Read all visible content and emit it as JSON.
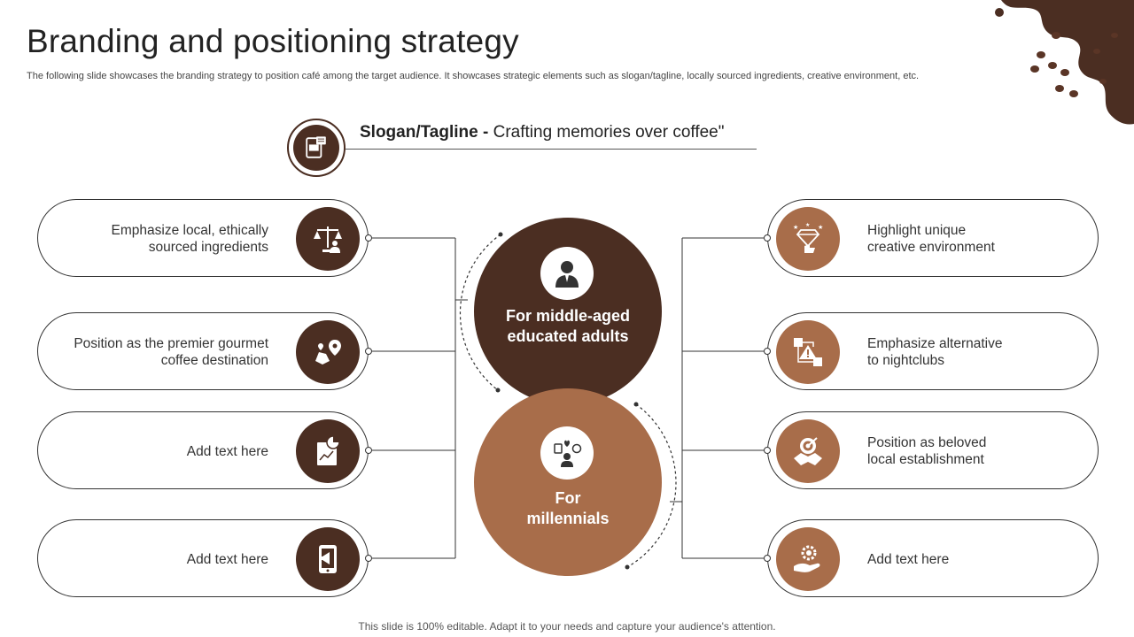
{
  "header": {
    "title": "Branding and positioning strategy",
    "subtitle": "The following slide showcases the branding strategy to position café among the target audience. It showcases strategic elements such as slogan/tagline, locally sourced ingredients, creative environment, etc."
  },
  "slogan": {
    "label": "Slogan/Tagline",
    "separator": " - ",
    "text": "Crafting memories over coffee\""
  },
  "audiences": {
    "adults": {
      "line1": "For middle-aged",
      "line2": "educated adults"
    },
    "millennials": {
      "line1": "For",
      "line2": "millennials"
    }
  },
  "left_items": [
    {
      "line1": "Emphasize local, ethically",
      "line2": "sourced ingredients",
      "icon": "scale-person-icon"
    },
    {
      "line1": "Position as the premier gourmet",
      "line2": "coffee destination",
      "icon": "map-location-icon"
    },
    {
      "line1": "Add text here",
      "line2": "",
      "icon": "report-chart-icon"
    },
    {
      "line1": "Add text here",
      "line2": "",
      "icon": "phone-megaphone-icon"
    }
  ],
  "right_items": [
    {
      "line1": "Highlight unique",
      "line2": "creative environment",
      "icon": "diamond-hand-icon"
    },
    {
      "line1": "Emphasize alternative",
      "line2": "to nightclubs",
      "icon": "warning-boxes-icon"
    },
    {
      "line1": "Position as beloved",
      "line2": "local establishment",
      "icon": "target-map-icon"
    },
    {
      "line1": "Add text here",
      "line2": "",
      "icon": "hand-gear-icon"
    }
  ],
  "footer": "This slide is 100% editable. Adapt it to your needs and capture your audience's attention.",
  "colors": {
    "dark_brown": "#4b2e22",
    "light_brown": "#a86d4a"
  }
}
